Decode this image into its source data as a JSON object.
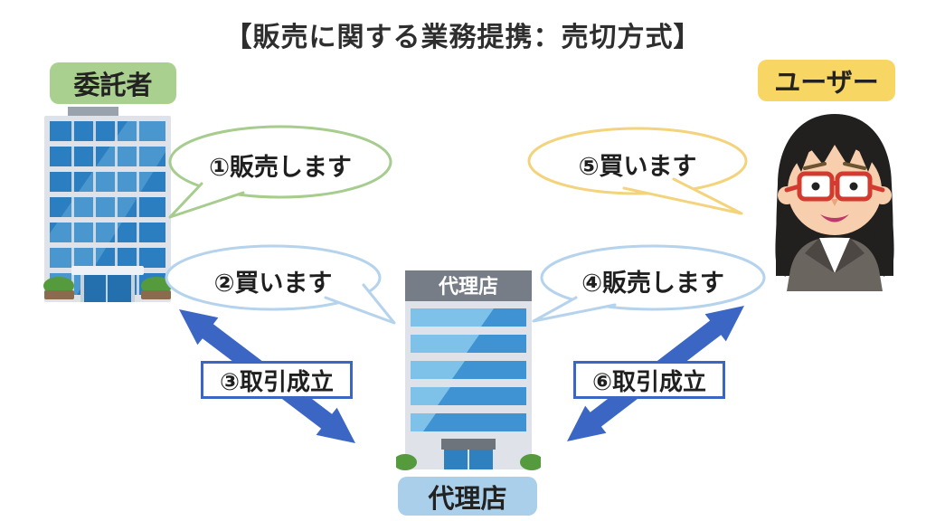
{
  "title": "【販売に関する業務提携：売切方式】",
  "entities": {
    "consignor": {
      "label": "委託者"
    },
    "user": {
      "label": "ユーザー"
    },
    "agency": {
      "label": "代理店",
      "building_sign": "代理店"
    }
  },
  "bubbles": [
    {
      "text": "①販売します",
      "color": "green"
    },
    {
      "text": "②買います",
      "color": "blue"
    },
    {
      "text": "④販売します",
      "color": "blue"
    },
    {
      "text": "⑤買います",
      "color": "yellow"
    }
  ],
  "arrow_labels": [
    {
      "text": "③取引成立"
    },
    {
      "text": "⑥取引成立"
    }
  ],
  "colors": {
    "consignor_label_bg": "#a9d08f",
    "user_label_bg": "#f7d663",
    "agency_label_bg": "#a9cfeb",
    "bubble_green_border": "#a6cc8e",
    "bubble_blue_border": "#b5d3ec",
    "bubble_yellow_border": "#f3d37b",
    "arrow_blue": "#3b66c4",
    "text_dark": "#1f1f1f"
  }
}
